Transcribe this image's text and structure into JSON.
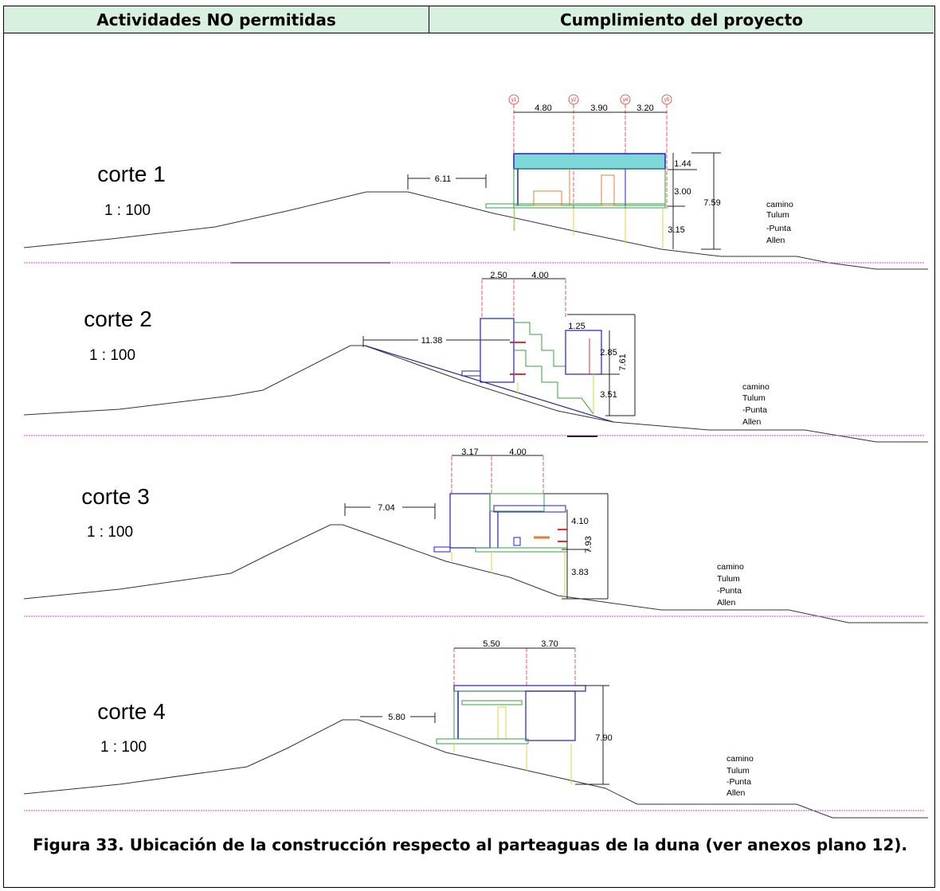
{
  "table": {
    "header_left": "Actividades NO permitidas",
    "header_right": "Cumplimiento del proyecto"
  },
  "sections": [
    {
      "title": "corte 1",
      "scale": "1 : 100",
      "dist": "6.11",
      "dims_top": [
        "4.80",
        "3.90",
        "3.20"
      ],
      "axes": [
        "y1",
        "y2",
        "y4",
        "y5"
      ],
      "dims_side": [
        "1.44",
        "3.00",
        "3.15"
      ],
      "dim_total": "7.59",
      "road": [
        "camino",
        "Tulum",
        "-Punta",
        "Allen"
      ]
    },
    {
      "title": "corte 2",
      "scale": "1 : 100",
      "dist": "11.38",
      "dims_top": [
        "2.50",
        "4.00"
      ],
      "dims_side": [
        "1.25",
        "2.85",
        "3.51"
      ],
      "dim_total": "7.61",
      "road": [
        "camino",
        "Tulum",
        "-Punta",
        "Allen"
      ]
    },
    {
      "title": "corte 3",
      "scale": "1 : 100",
      "dist": "7.04",
      "dims_top": [
        "3.17",
        "4.00"
      ],
      "dims_side": [
        "4.10",
        "3.83"
      ],
      "dim_total": "7.93",
      "road": [
        "camino",
        "Tulum",
        "-Punta",
        "Allen"
      ]
    },
    {
      "title": "corte 4",
      "scale": "1 : 100",
      "dist": "5.80",
      "dims_top": [
        "5.50",
        "3.70"
      ],
      "dims_side": [],
      "dim_total": "7.90",
      "road": [
        "camino",
        "Tulum",
        "-Punta",
        "Allen"
      ]
    }
  ],
  "caption": "Figura 33.  Ubicación de la construcción respecto al parteaguas de la duna (ver anexos plano 12)."
}
